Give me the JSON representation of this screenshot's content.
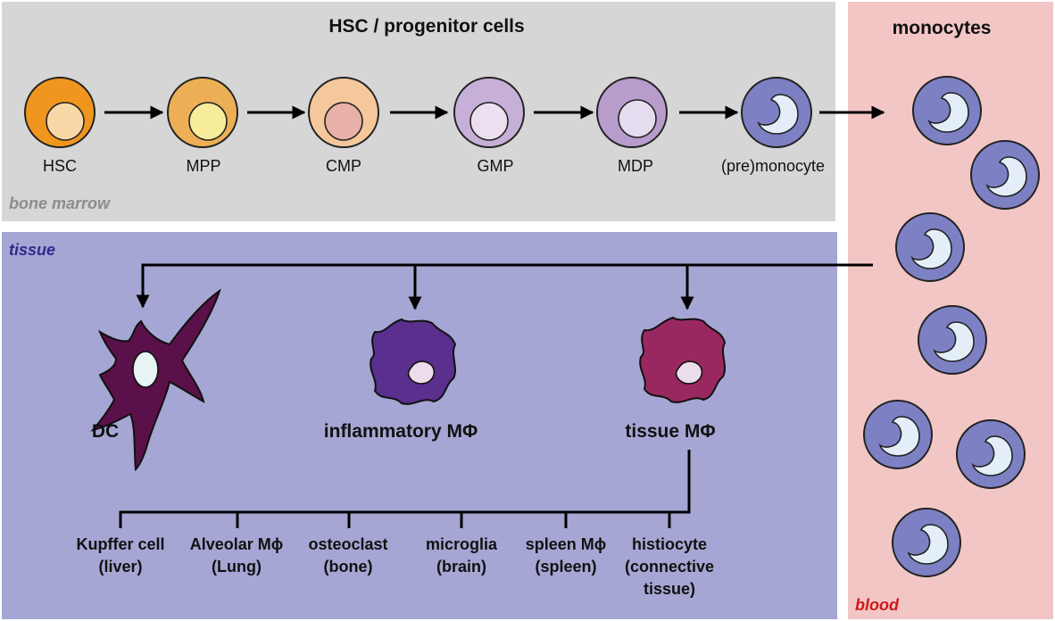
{
  "panels": {
    "bone_marrow": {
      "title": "HSC / progenitor cells",
      "zone_label": "bone marrow"
    },
    "tissue": {
      "zone_label": "tissue"
    },
    "blood": {
      "title": "monocytes",
      "zone_label": "blood"
    }
  },
  "progenitors": [
    {
      "label": "HSC",
      "outer": "#f0961e",
      "inner": "#f9d8a8"
    },
    {
      "label": "MPP",
      "outer": "#ecaf55",
      "inner": "#f7ec9a"
    },
    {
      "label": "CMP",
      "outer": "#f5c89c",
      "inner": "#e8b0a8"
    },
    {
      "label": "GMP",
      "outer": "#c6b0d8",
      "inner": "#ece0f0"
    },
    {
      "label": "MDP",
      "outer": "#b89ccc",
      "inner": "#e6dcef"
    },
    {
      "label": "(pre)monocyte",
      "outer": "#7e80c4",
      "inner": "#e4eef8"
    }
  ],
  "derived_cells": [
    {
      "label": "DC",
      "color": "#5a1048"
    },
    {
      "label": "inflammatory MΦ",
      "color": "#5a2f8e"
    },
    {
      "label": "tissue MΦ",
      "color": "#9a2860"
    }
  ],
  "tissue_macrophages": [
    {
      "line1": "Kupffer cell",
      "line2": "(liver)",
      "line3": ""
    },
    {
      "line1": "Alveolar Mϕ",
      "line2": "(Lung)",
      "line3": ""
    },
    {
      "line1": "osteoclast",
      "line2": "(bone)",
      "line3": ""
    },
    {
      "line1": "microglia",
      "line2": "(brain)",
      "line3": ""
    },
    {
      "line1": "spleen Mϕ",
      "line2": "(spleen)",
      "line3": ""
    },
    {
      "line1": "histiocyte",
      "line2": "(connective",
      "line3": "tissue)"
    }
  ],
  "colors": {
    "bone_marrow_bg": "#d6d6d6",
    "tissue_bg": "#a6a6d4",
    "blood_bg": "#f3c6c6",
    "bone_marrow_label": "#8c8c8c",
    "tissue_label": "#2d2b8a",
    "blood_label": "#d01818",
    "monocyte": "#7e80c4"
  }
}
